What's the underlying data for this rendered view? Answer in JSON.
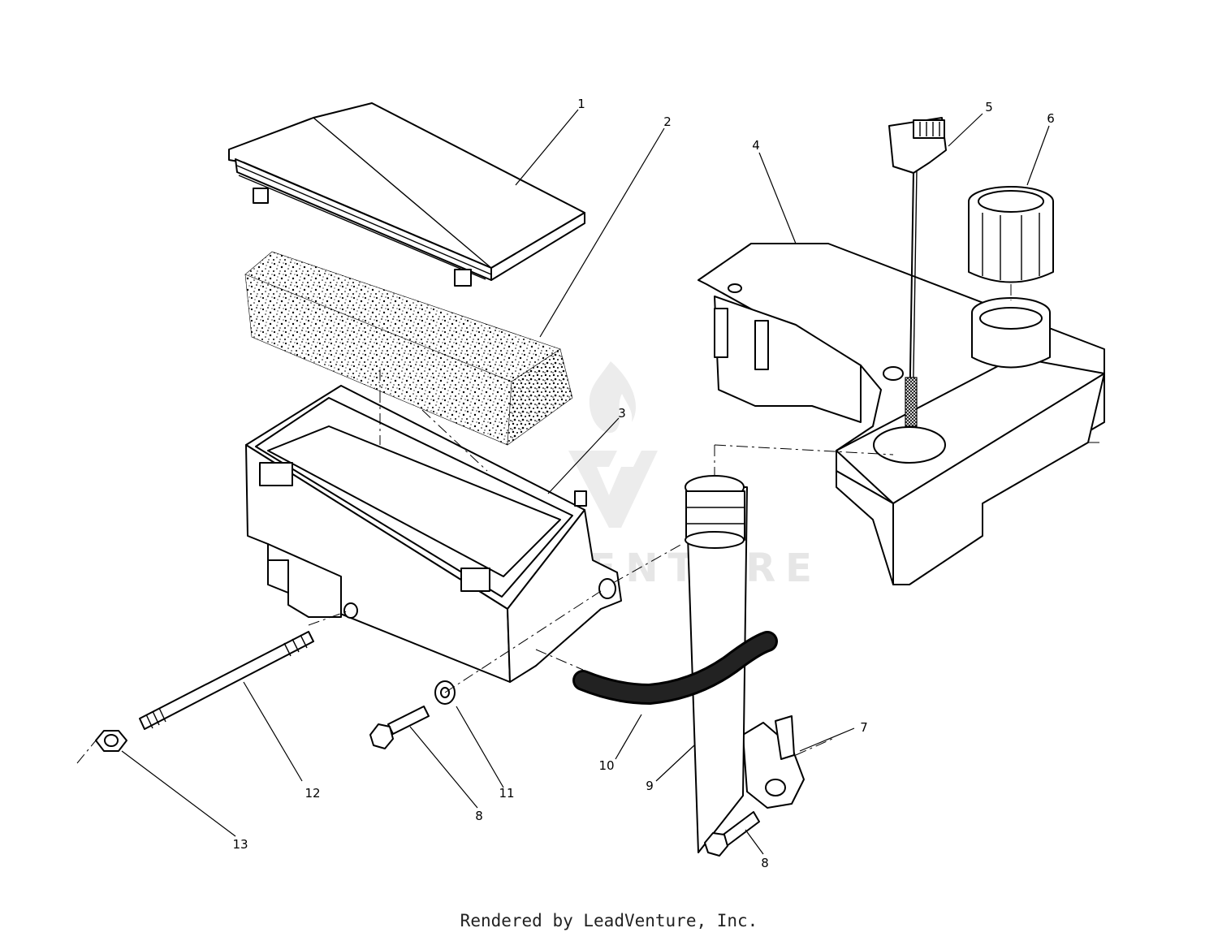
{
  "callouts": [
    "1",
    "2",
    "3",
    "4",
    "5",
    "6",
    "7",
    "8",
    "9",
    "10",
    "11",
    "12",
    "13",
    "8"
  ],
  "watermark": {
    "text": "LEADVENTURE",
    "color": "#e6e6e6"
  },
  "footer": {
    "text": "Rendered by LeadVenture, Inc."
  },
  "colors": {
    "line": "#000000",
    "background": "#ffffff"
  }
}
